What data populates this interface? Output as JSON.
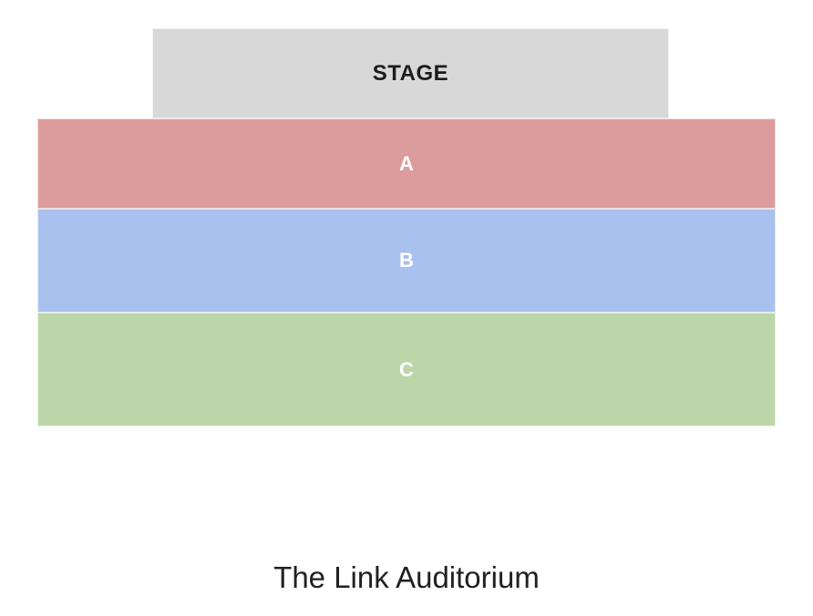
{
  "venue": {
    "name": "The Link Auditorium"
  },
  "seatmap": {
    "stage": {
      "label": "STAGE",
      "fill": "#d8d8d8",
      "text_color": "#1c1c1c"
    },
    "sections": [
      {
        "id": "a",
        "label": "A",
        "fill": "#dc9c9c",
        "text_color": "#ffffff"
      },
      {
        "id": "b",
        "label": "B",
        "fill": "#a8c1ef",
        "text_color": "#ffffff"
      },
      {
        "id": "c",
        "label": "C",
        "fill": "#bcd6aa",
        "text_color": "#ffffff"
      }
    ]
  }
}
